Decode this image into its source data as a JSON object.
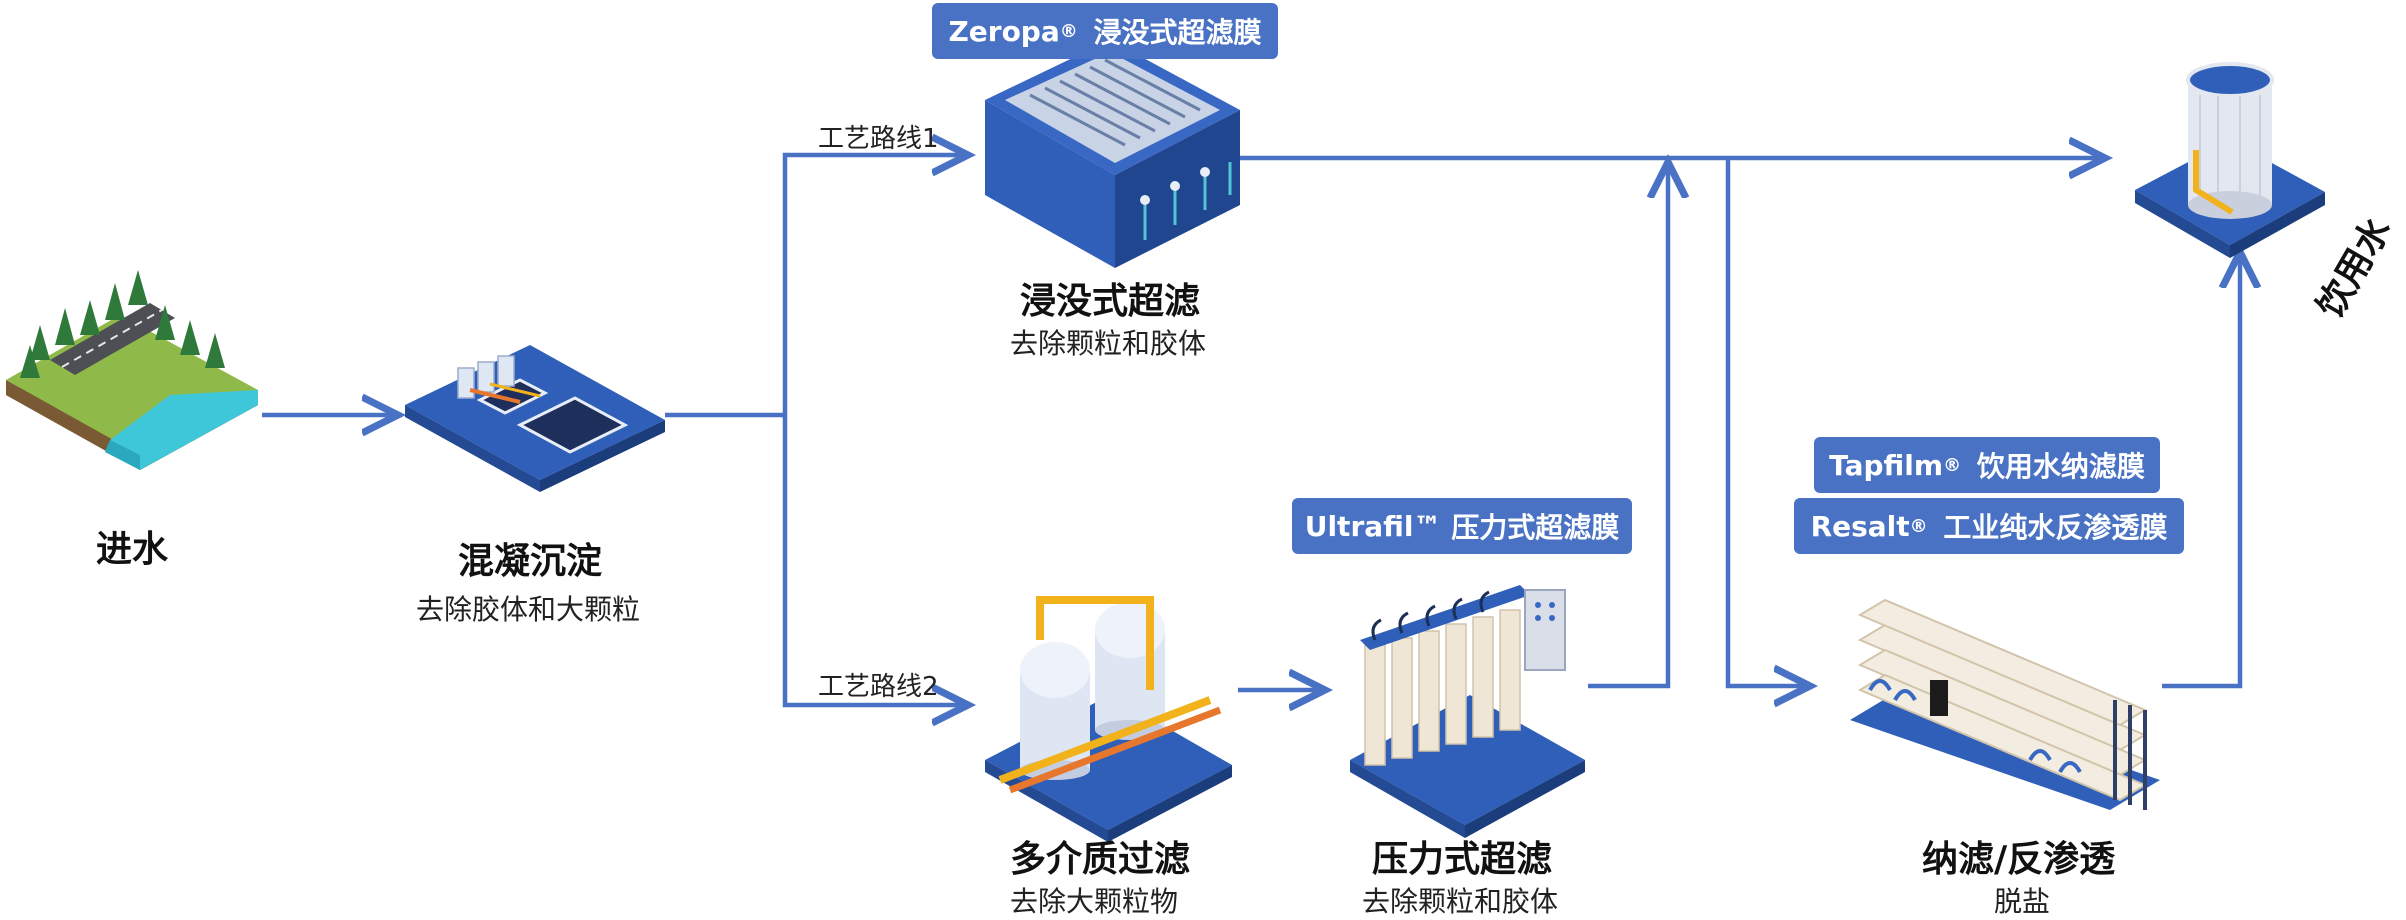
{
  "diagram": {
    "intake": {
      "title": "进水"
    },
    "coagulation": {
      "title": "混凝沉淀",
      "subtitle": "去除胶体和大颗粒"
    },
    "route1": {
      "label": "工艺路线1"
    },
    "route2": {
      "label": "工艺路线2"
    },
    "immersed_uf": {
      "badge_brand": "Zeropa",
      "badge_mark": "®",
      "badge_text": "浸没式超滤膜",
      "title": "浸没式超滤",
      "subtitle": "去除颗粒和胶体"
    },
    "multimedia": {
      "title": "多介质过滤",
      "subtitle": "去除大颗粒物"
    },
    "pressure_uf": {
      "badge_brand": "Ultrafil",
      "badge_mark": "™",
      "badge_text": "压力式超滤膜",
      "title": "压力式超滤",
      "subtitle": "去除颗粒和胶体"
    },
    "nf_ro": {
      "badge1_brand": "Tapfilm",
      "badge1_mark": "®",
      "badge1_text": "饮用水纳滤膜",
      "badge2_brand": "Resalt",
      "badge2_mark": "®",
      "badge2_text": "工业纯水反渗透膜",
      "title": "纳滤/反渗透",
      "subtitle": "脱盐"
    },
    "drinking": {
      "title": "饮用水"
    },
    "colors": {
      "arrow": "#4a72c4",
      "badge": "#4a72c4",
      "equipment_blue": "#2f5fb8",
      "pipe_yellow": "#f2b21b",
      "pipe_orange": "#e8772e"
    }
  }
}
